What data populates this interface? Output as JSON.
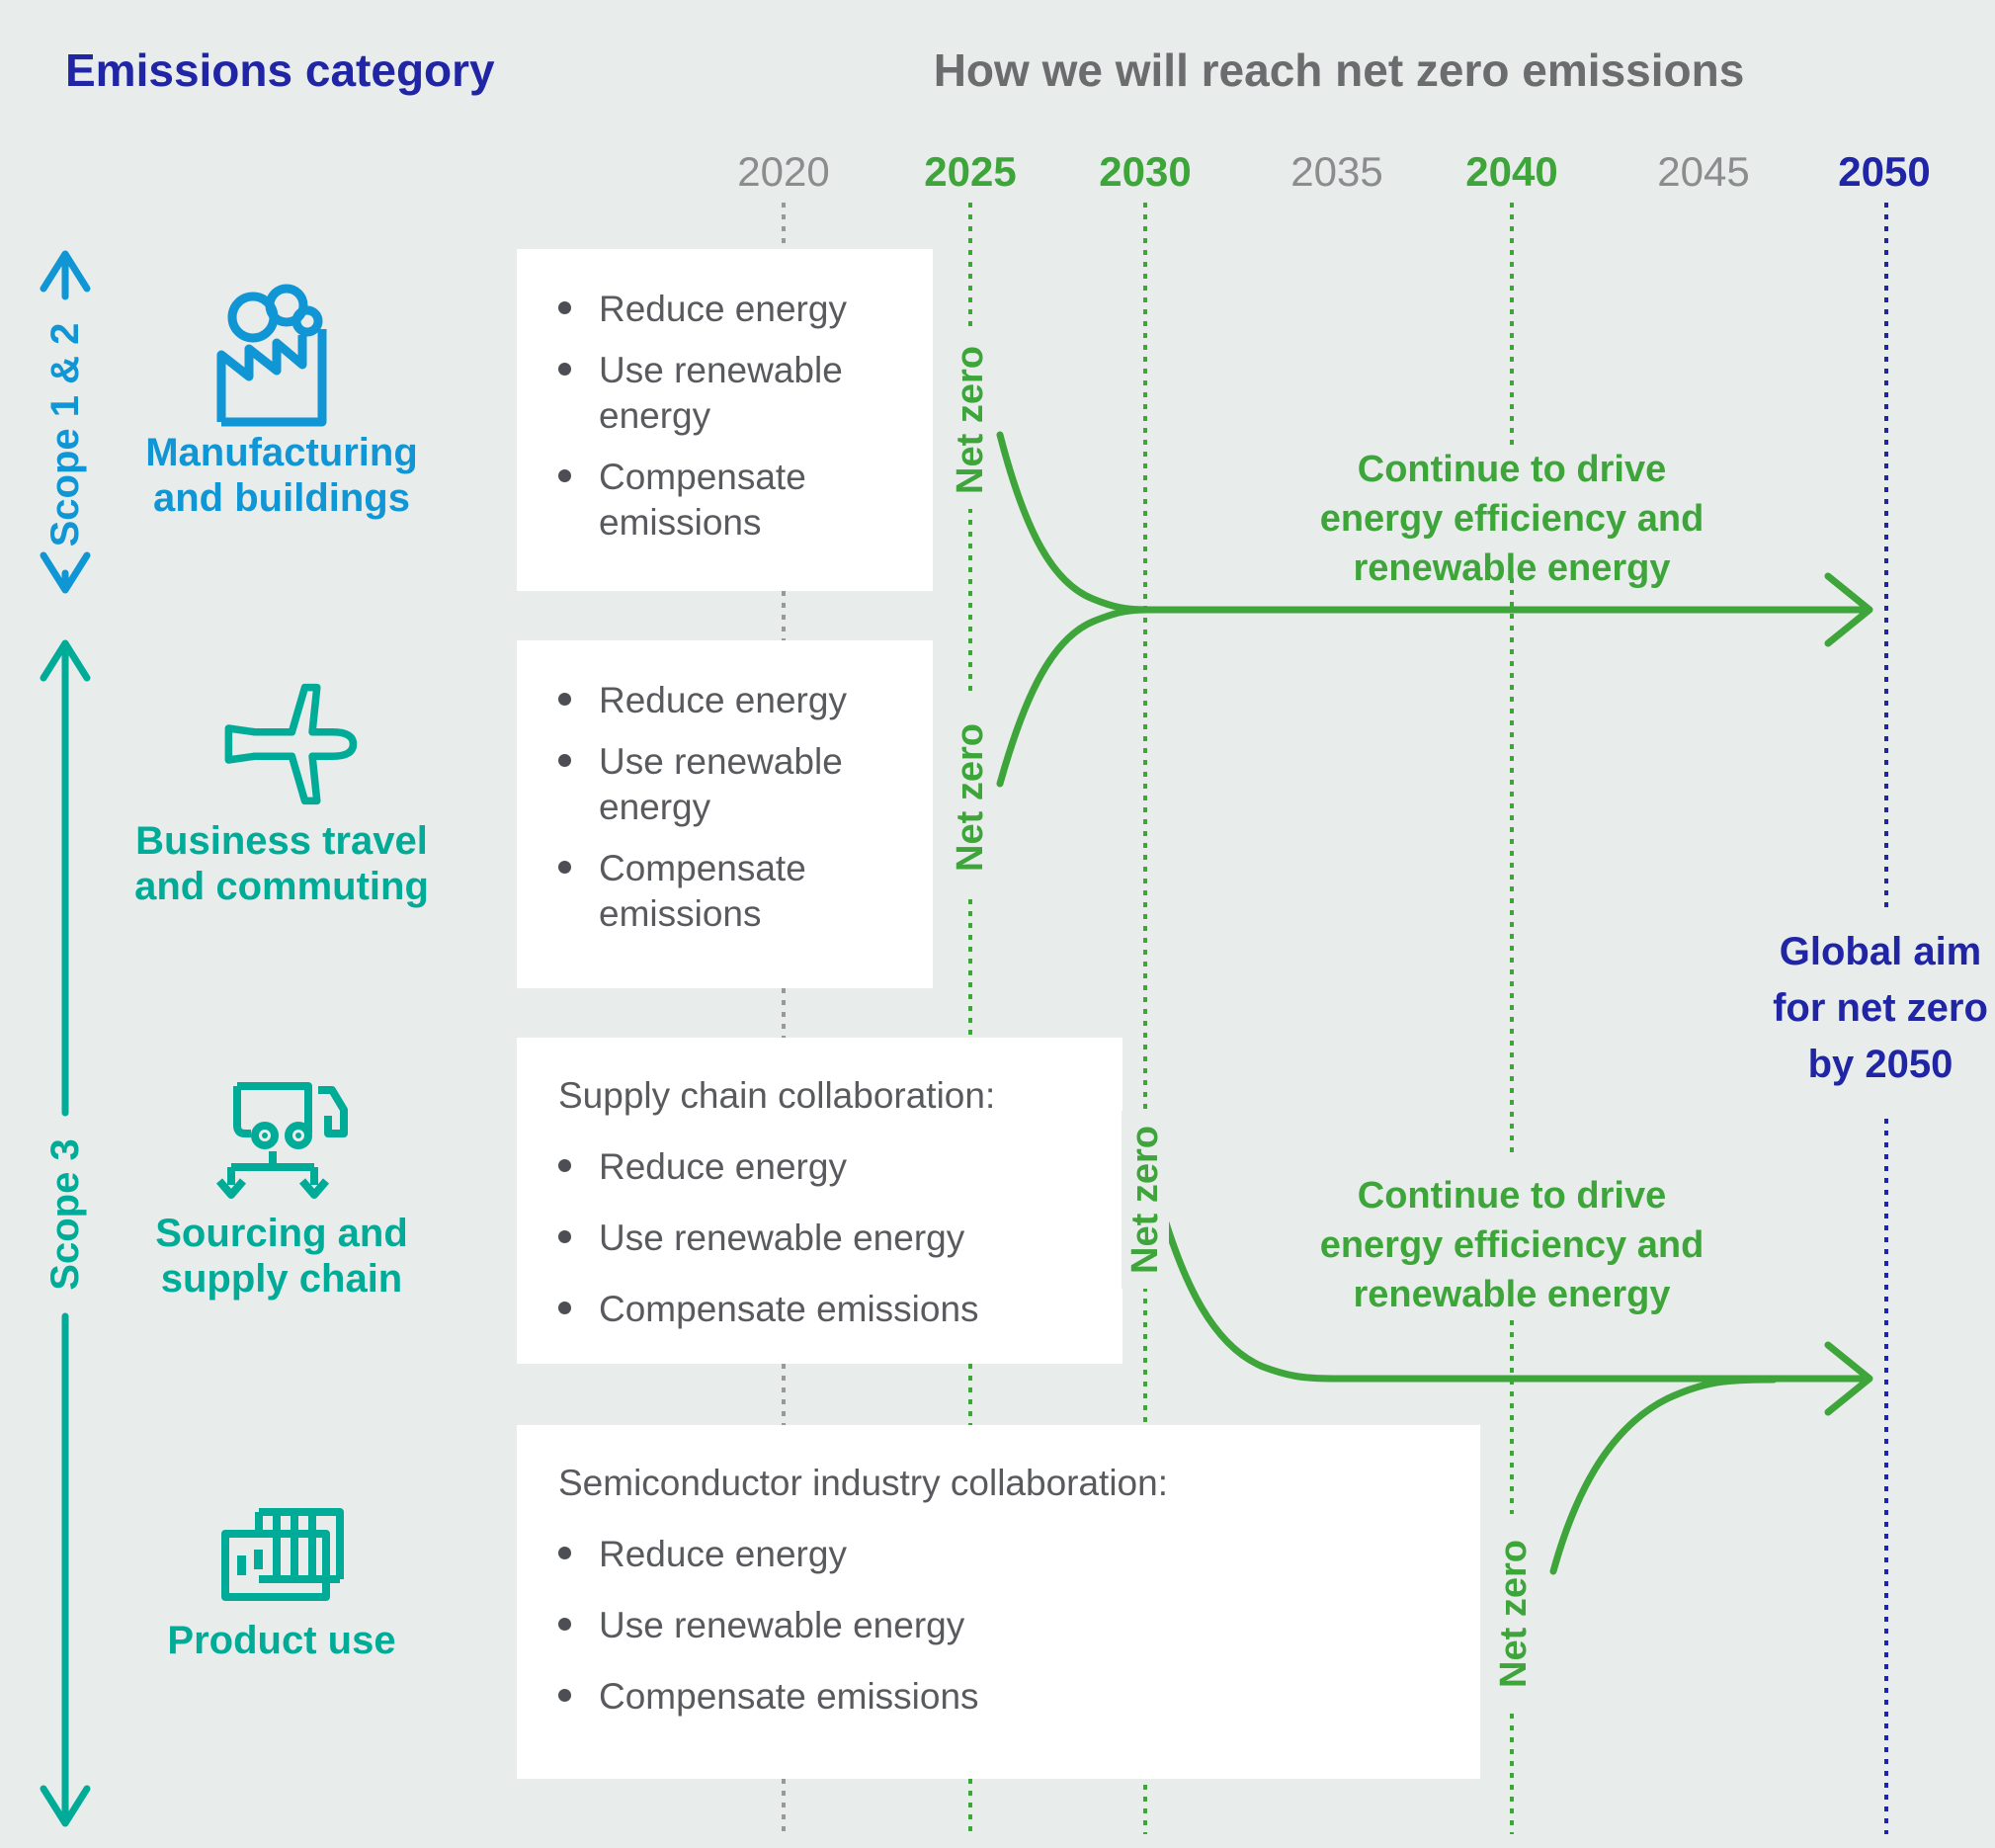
{
  "header": {
    "left_title": "Emissions category",
    "right_title": "How we will reach net zero emissions"
  },
  "timeline": {
    "years": [
      {
        "label": "2020",
        "emphasis": "none"
      },
      {
        "label": "2025",
        "emphasis": "green"
      },
      {
        "label": "2030",
        "emphasis": "green"
      },
      {
        "label": "2035",
        "emphasis": "none"
      },
      {
        "label": "2040",
        "emphasis": "green"
      },
      {
        "label": "2045",
        "emphasis": "none"
      },
      {
        "label": "2050",
        "emphasis": "navy"
      }
    ]
  },
  "scopes": [
    {
      "label": "Scope 1 & 2"
    },
    {
      "label": "Scope 3"
    }
  ],
  "categories": [
    {
      "icon": "factory-icon",
      "label_lines": [
        "Manufacturing",
        "and buildings"
      ]
    },
    {
      "icon": "airplane-icon",
      "label_lines": [
        "Business travel",
        "and commuting"
      ]
    },
    {
      "icon": "truck-icon",
      "label_lines": [
        "Sourcing and",
        "supply chain"
      ]
    },
    {
      "icon": "chip-icon",
      "label_lines": [
        "Product use"
      ]
    }
  ],
  "boxes": [
    {
      "bullets": [
        "Reduce energy",
        "Use renewable energy",
        "Compensate emissions"
      ]
    },
    {
      "bullets": [
        "Reduce energy",
        "Use renewable energy",
        "Compensate emissions"
      ]
    },
    {
      "heading": "Supply chain collaboration:",
      "bullets": [
        "Reduce energy",
        "Use renewable energy",
        "Compensate emissions"
      ]
    },
    {
      "heading": "Semiconductor industry collaboration:",
      "bullets": [
        "Reduce energy",
        "Use renewable energy",
        "Compensate emissions"
      ]
    }
  ],
  "net_zero_labels": [
    "Net zero",
    "Net zero",
    "Net zero",
    "Net zero"
  ],
  "flow_arrows": [
    {
      "lines": [
        "Continue to drive",
        "energy efficiency and",
        "renewable energy"
      ]
    },
    {
      "lines": [
        "Continue to drive",
        "energy efficiency and",
        "renewable energy"
      ]
    }
  ],
  "global_aim": {
    "lines": [
      "Global aim",
      "for net zero",
      "by 2050"
    ]
  },
  "colors": {
    "background": "#e8eceb",
    "green": "#3da53a",
    "teal": "#00ab98",
    "blue": "#1095d5",
    "navy": "#2025a5",
    "gray_title": "#6a6c6e",
    "gray_year": "#8a8c8e",
    "gray_dotted_line": "#97999b",
    "body_text": "#595a5e"
  }
}
